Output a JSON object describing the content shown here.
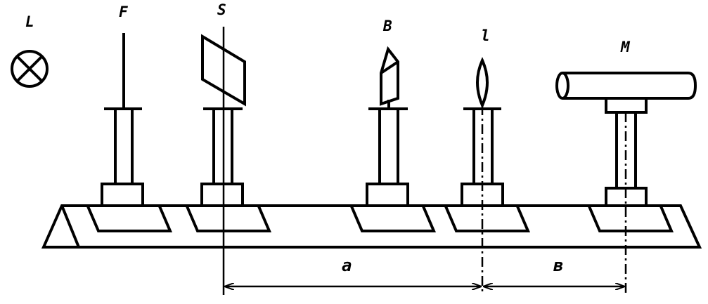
{
  "labels": {
    "lamp": "L",
    "filter": "F",
    "slit": "S",
    "prism": "B",
    "lens": "l",
    "microscope": "M"
  },
  "dimensions": {
    "a": "a",
    "b": "в"
  },
  "icons": [
    "lamp-icon",
    "filter-holder",
    "slit-holder",
    "biprism-holder",
    "lens-holder",
    "microscope-holder",
    "optical-bench",
    "dimension-arrow-a",
    "dimension-arrow-b"
  ]
}
